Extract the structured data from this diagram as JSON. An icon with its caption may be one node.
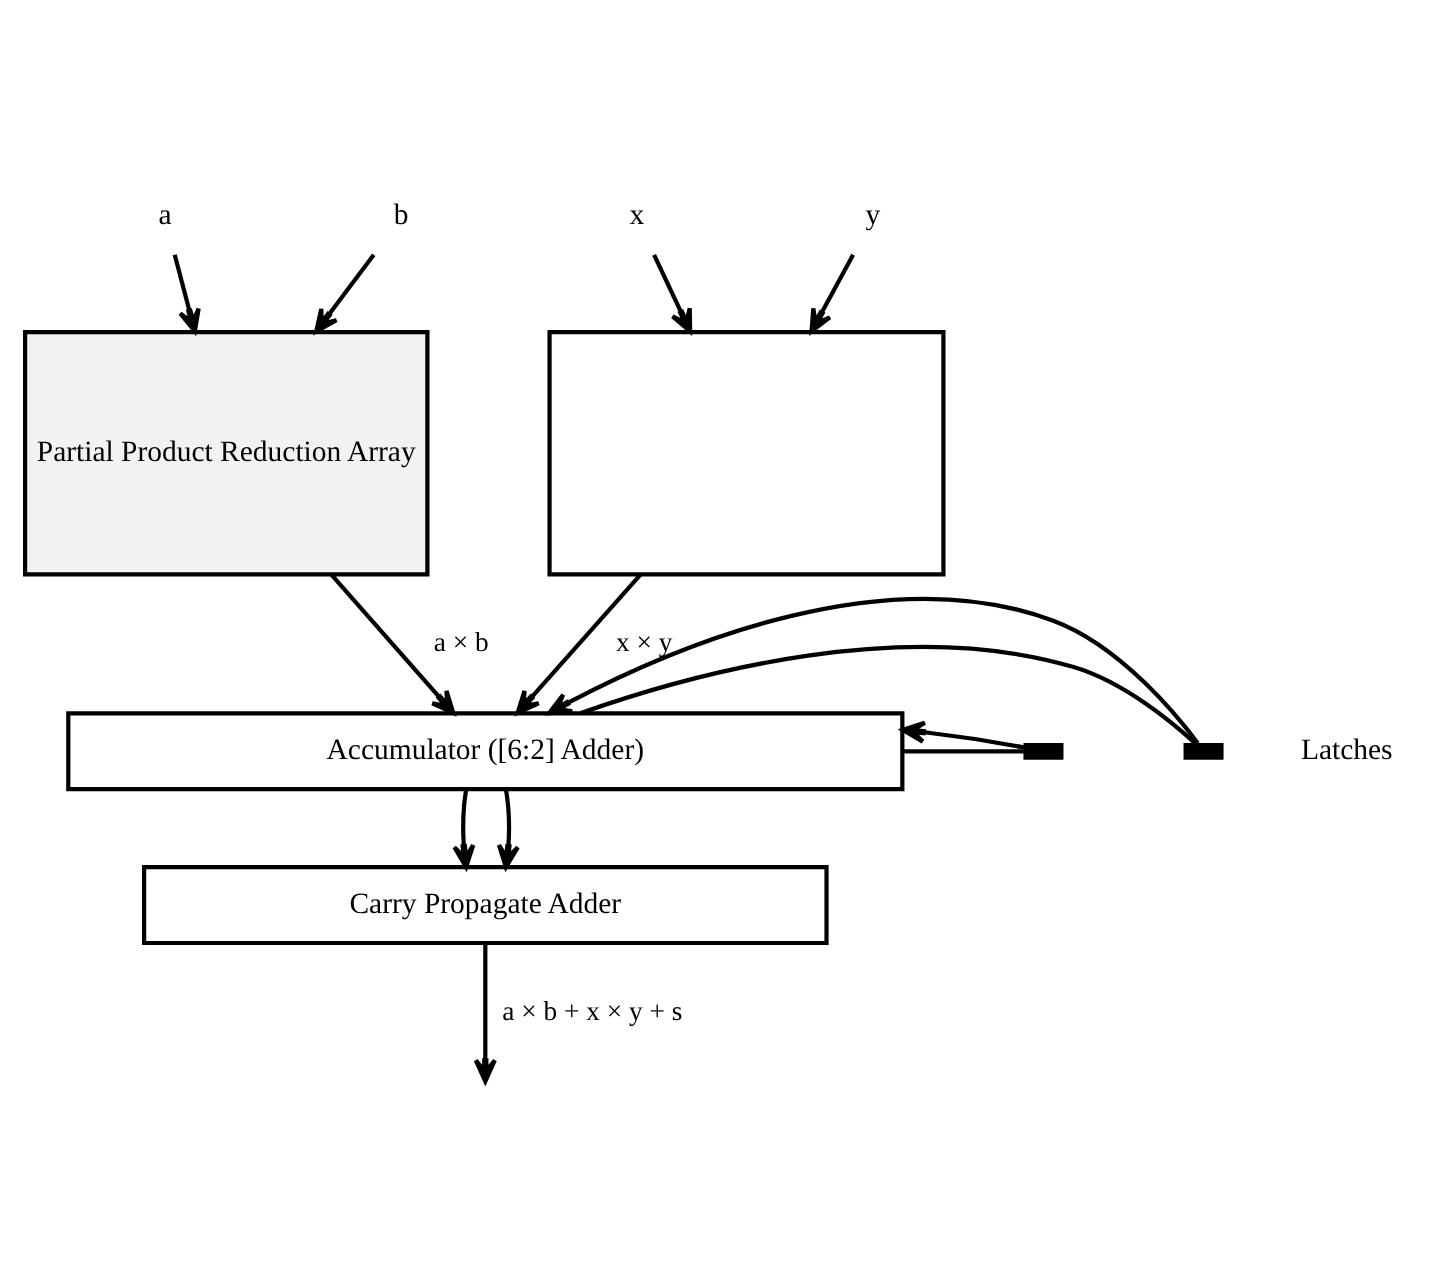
{
  "diagram": {
    "nodes": [
      {
        "text": [
          "Partial Product Reduction Array"
        ]
      },
      {
        "text": [],
        "shape": "box"
      },
      {
        "text": [
          "Accumulator ([6:2] Adder)"
        ]
      },
      {
        "text": [
          "Carry Propagate Adder"
        ]
      },
      {
        "text": [
          "a"
        ]
      },
      {
        "text": [
          "b"
        ]
      },
      {
        "text": [
          "x"
        ]
      },
      {
        "text": [
          "y"
        ]
      },
      {
        "text": [],
        "shape": "bar"
      },
      {
        "text": [],
        "shape": "bar"
      }
    ],
    "edges": [
      {
        "from": 4,
        "to": 0,
        "arrow": "to"
      },
      {
        "from": 5,
        "to": 0,
        "arrow": "to"
      },
      {
        "from": 6,
        "to": 1,
        "arrow": "to"
      },
      {
        "from": 7,
        "to": 1,
        "arrow": "to"
      },
      {
        "from": 0,
        "to": 2,
        "arrow": "to",
        "label": "a × b"
      },
      {
        "from": 1,
        "to": 2,
        "arrow": "to",
        "label": "x × y"
      },
      {
        "from": 2,
        "to": 3,
        "arrow": "to"
      },
      {
        "from": 2,
        "to": 3,
        "arrow": "to"
      },
      {
        "from": 2,
        "to": 9,
        "arrow": "none"
      },
      {
        "from": 2,
        "to": 8,
        "arrow": "none"
      },
      {
        "from": 9,
        "to": 2,
        "arrow": "to"
      },
      {
        "from": 8,
        "to": 2,
        "arrow": "to"
      },
      {
        "from": 3,
        "to": null,
        "arrow": "to",
        "label": "a × b + x × y + s"
      }
    ],
    "labels": [
      "Latches"
    ]
  }
}
